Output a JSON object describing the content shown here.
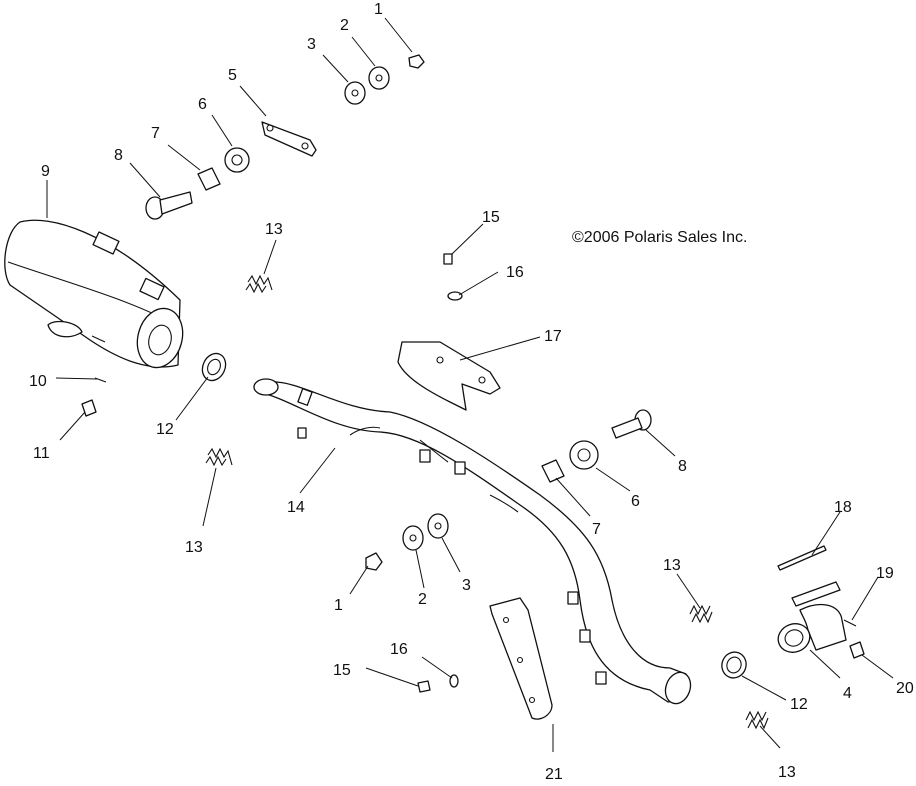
{
  "copyright": "©2006 Polaris Sales Inc.",
  "callouts": [
    {
      "id": "c1",
      "text": "1"
    },
    {
      "id": "c2",
      "text": "2"
    },
    {
      "id": "c3",
      "text": "3"
    },
    {
      "id": "c5",
      "text": "5"
    },
    {
      "id": "c6",
      "text": "6"
    },
    {
      "id": "c7",
      "text": "7"
    },
    {
      "id": "c8",
      "text": "8"
    },
    {
      "id": "c9",
      "text": "9"
    },
    {
      "id": "c13a",
      "text": "13"
    },
    {
      "id": "c15a",
      "text": "15"
    },
    {
      "id": "c16a",
      "text": "16"
    },
    {
      "id": "c17",
      "text": "17"
    },
    {
      "id": "c10",
      "text": "10"
    },
    {
      "id": "c11",
      "text": "11"
    },
    {
      "id": "c12a",
      "text": "12"
    },
    {
      "id": "c13b",
      "text": "13"
    },
    {
      "id": "c14",
      "text": "14"
    },
    {
      "id": "c8b",
      "text": "8"
    },
    {
      "id": "c6b",
      "text": "6"
    },
    {
      "id": "c7b",
      "text": "7"
    },
    {
      "id": "c18",
      "text": "18"
    },
    {
      "id": "c13c",
      "text": "13"
    },
    {
      "id": "c19",
      "text": "19"
    },
    {
      "id": "c1b",
      "text": "1"
    },
    {
      "id": "c2b",
      "text": "2"
    },
    {
      "id": "c3b",
      "text": "3"
    },
    {
      "id": "c16b",
      "text": "16"
    },
    {
      "id": "c15b",
      "text": "15"
    },
    {
      "id": "c12b",
      "text": "12"
    },
    {
      "id": "c4",
      "text": "4"
    },
    {
      "id": "c20",
      "text": "20"
    },
    {
      "id": "c13d",
      "text": "13"
    },
    {
      "id": "c21",
      "text": "21"
    }
  ]
}
